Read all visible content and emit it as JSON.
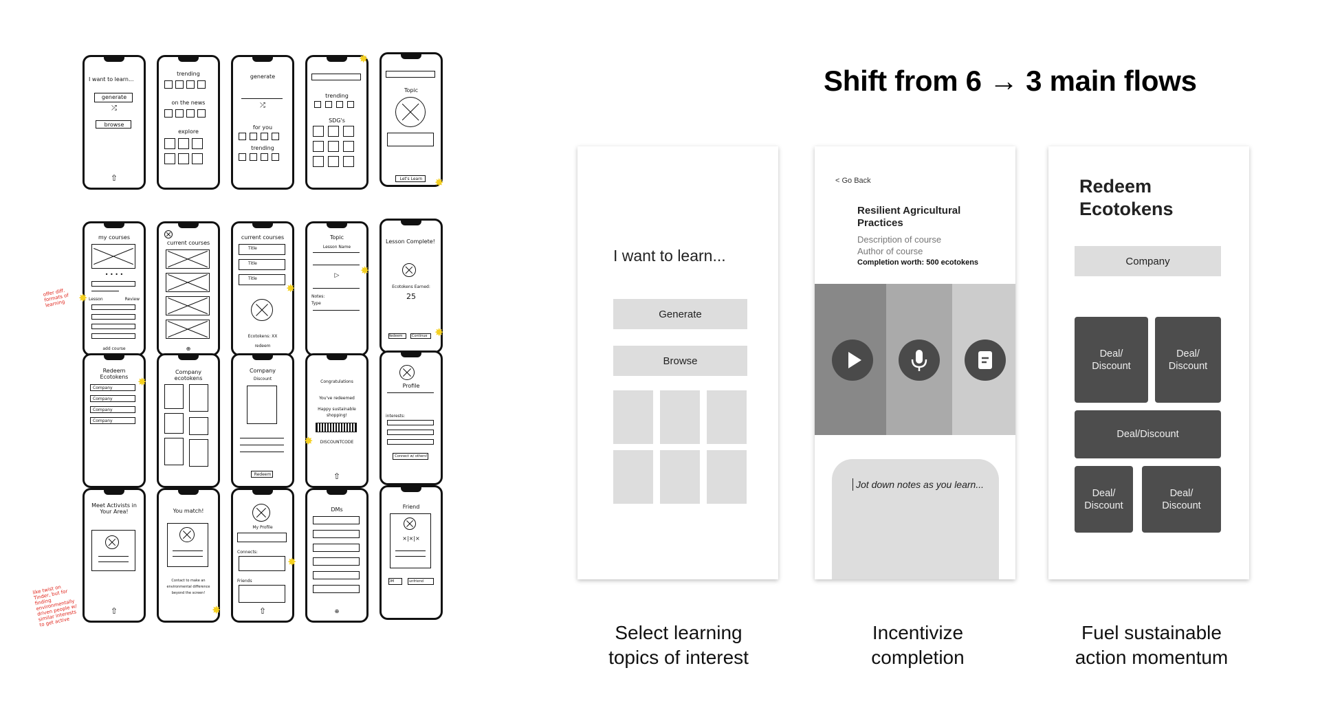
{
  "title": "Shift from 6 → 3 main flows",
  "sketches": {
    "row1": [
      "I want to learn...",
      "generate",
      "browse",
      "trending",
      "on the news",
      "explore",
      "generate",
      "for you",
      "trending",
      "trending",
      "SDG's",
      "Topic",
      "Let's Learn"
    ],
    "row2": [
      "my courses",
      "Lesson",
      "Review",
      "add course",
      "current courses",
      "current courses",
      "Title",
      "Title",
      "Title",
      "Ecotokens: XX",
      "redeem",
      "Topic",
      "Lesson Name",
      "Notes:",
      "Type",
      "Lesson Complete!",
      "Ecotokens Earned:",
      "25",
      "Redeem",
      "Continue"
    ],
    "row3": [
      "Redeem Ecotokens",
      "Company",
      "Company",
      "Company",
      "Company",
      "Company",
      "Company ecotokens",
      "Company",
      "Discount",
      "Redeem",
      "Congratulations",
      "You've redeemed",
      "Happy sustainable shopping!",
      "DISCOUNTCODE",
      "Profile",
      "interests:",
      "Connect w/ others!"
    ],
    "row4": [
      "Meet Activists in Your Area!",
      "You match!",
      "Contact to make an environmental difference beyond the screen!",
      "My Profile",
      "Connects:",
      "Friends",
      "DMs",
      "Friend",
      "DM",
      "unfriend"
    ],
    "annotations": [
      "offer diff. formats of learning",
      "like twist on Tinder, but for finding environmentally driven people w/ similar interests to get active"
    ]
  },
  "wireframe1": {
    "heading": "I want to learn...",
    "generate_label": "Generate",
    "browse_label": "Browse",
    "caption_line1": "Select learning",
    "caption_line2": "topics of interest"
  },
  "wireframe2": {
    "back_label": "< Go Back",
    "course_title": "Resilient Agricultural Practices",
    "description": "Description of course",
    "author": "Author of course",
    "completion": "Completion worth: 500 ecotokens",
    "media_icons": [
      "play-icon",
      "microphone-icon",
      "document-icon"
    ],
    "notes_placeholder": "Jot down notes as you learn...",
    "caption_line1": "Incentivize",
    "caption_line2": "completion"
  },
  "wireframe3": {
    "title_line1": "Redeem",
    "title_line2": "Ecotokens",
    "company_label": "Company",
    "deal_1": "Deal/ Discount",
    "deal_2": "Deal/ Discount",
    "deal_3": "Deal/Discount",
    "deal_4": "Deal/ Discount",
    "deal_5": "Deal/ Discount",
    "caption_line1": "Fuel sustainable",
    "caption_line2": "action momentum"
  },
  "colors": {
    "tile_gray": "#dddddd",
    "dark_gray": "#4d4d4d",
    "accent_star": "#f5d020",
    "annotation_red": "#e0241b"
  }
}
